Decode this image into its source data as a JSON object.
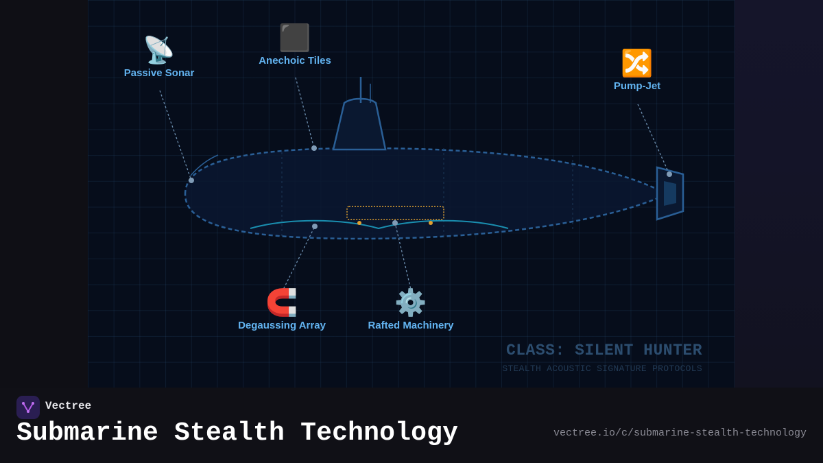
{
  "diagram": {
    "callouts": [
      {
        "id": "passive-sonar",
        "label": "Passive Sonar",
        "icon": "satellite-antenna-icon",
        "emoji": "📡"
      },
      {
        "id": "anechoic-tiles",
        "label": "Anechoic Tiles",
        "icon": "black-square-icon",
        "emoji": "⬛"
      },
      {
        "id": "pump-jet",
        "label": "Pump-Jet",
        "icon": "shuffle-arrows-icon",
        "emoji": "🔀"
      },
      {
        "id": "degaussing-array",
        "label": "Degaussing Array",
        "icon": "magnet-icon",
        "emoji": "🧲"
      },
      {
        "id": "rafted-machinery",
        "label": "Rafted Machinery",
        "icon": "gear-icon",
        "emoji": "⚙️"
      }
    ],
    "class_title": "CLASS: SILENT HUNTER",
    "class_subtitle": "STEALTH ACOUSTIC SIGNATURE PROTOCOLS"
  },
  "footer": {
    "brand": "Vectree",
    "title": "Submarine Stealth Technology",
    "url": "vectree.io/c/submarine-stealth-technology"
  },
  "colors": {
    "label": "#62b3f0",
    "hull_stroke": "#2a5f96",
    "keel": "#1a8fb0",
    "machinery_box": "#e0a030"
  }
}
